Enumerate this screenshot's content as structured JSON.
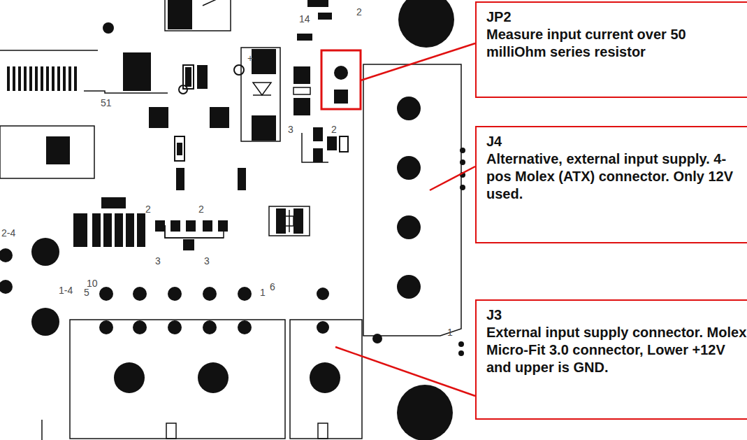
{
  "diagram": {
    "nodes": [
      {
        "text": [
          "JP2",
          "Measure input current over 50 milliOhm series resistor"
        ]
      },
      {
        "text": [
          "J4",
          "Alternative, external input supply. 4-pos Molex (ATX) connector. Only 12V used."
        ]
      },
      {
        "text": [
          "J3",
          "External input supply connector. Molex Micro-Fit 3.0 connector, Lower +12V and upper is GND."
        ]
      }
    ],
    "labels": [
      "2",
      "14",
      "51",
      "+",
      "3",
      "2",
      "2",
      "2",
      "3",
      "3",
      "2-4",
      "1-4",
      "10",
      "5",
      "6",
      "1",
      "1"
    ]
  }
}
